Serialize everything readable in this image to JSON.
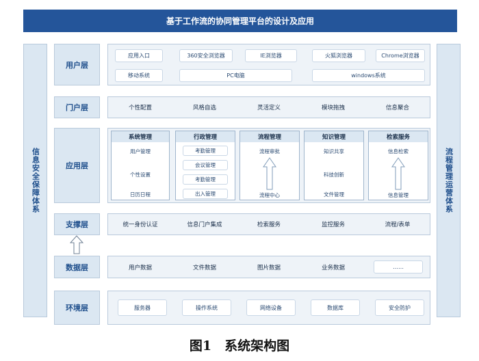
{
  "title": "基于工作流的协同管理平台的设计及应用",
  "left_side": "信息安全保障体系",
  "right_side": "流程管理运营体系",
  "layers": {
    "user": {
      "label": "用户层",
      "row1": [
        "应用入口",
        "360安全浏览器",
        "IE浏览器",
        "火狐浏览器",
        "Chrome浏览器"
      ],
      "row2": [
        "移动系统",
        "PC电脑",
        "windows系统"
      ]
    },
    "portal": {
      "label": "门户层",
      "items": [
        "个性配置",
        "风格自选",
        "灵活定义",
        "模块拖拽",
        "信息聚合"
      ]
    },
    "app": {
      "label": "应用层",
      "modules": [
        {
          "title": "系统管理",
          "items": [
            "用户管理",
            "个性设置",
            "日历日程"
          ]
        },
        {
          "title": "行政管理",
          "items": [
            "考勤管理",
            "会议管理",
            "考勤管理",
            "出入管理"
          ]
        },
        {
          "title": "流程管理",
          "items": [
            "流程审批",
            "流程中心"
          ]
        },
        {
          "title": "知识管理",
          "items": [
            "知识共享",
            "科技创新",
            "文件管理"
          ]
        },
        {
          "title": "检索服务",
          "items": [
            "信息检索",
            "信息管理"
          ]
        }
      ]
    },
    "support": {
      "label": "支撑层",
      "items": [
        "统一身份认证",
        "信息门户集成",
        "检索服务",
        "监控服务",
        "流程/表单"
      ]
    },
    "data": {
      "label": "数据层",
      "items": [
        "用户数据",
        "文件数据",
        "图片数据",
        "业务数据",
        "……"
      ]
    },
    "env": {
      "label": "环境层",
      "items": [
        "服务器",
        "操作系统",
        "网络设备",
        "数据库",
        "安全防护"
      ]
    }
  },
  "caption": "图1　系统架构图"
}
